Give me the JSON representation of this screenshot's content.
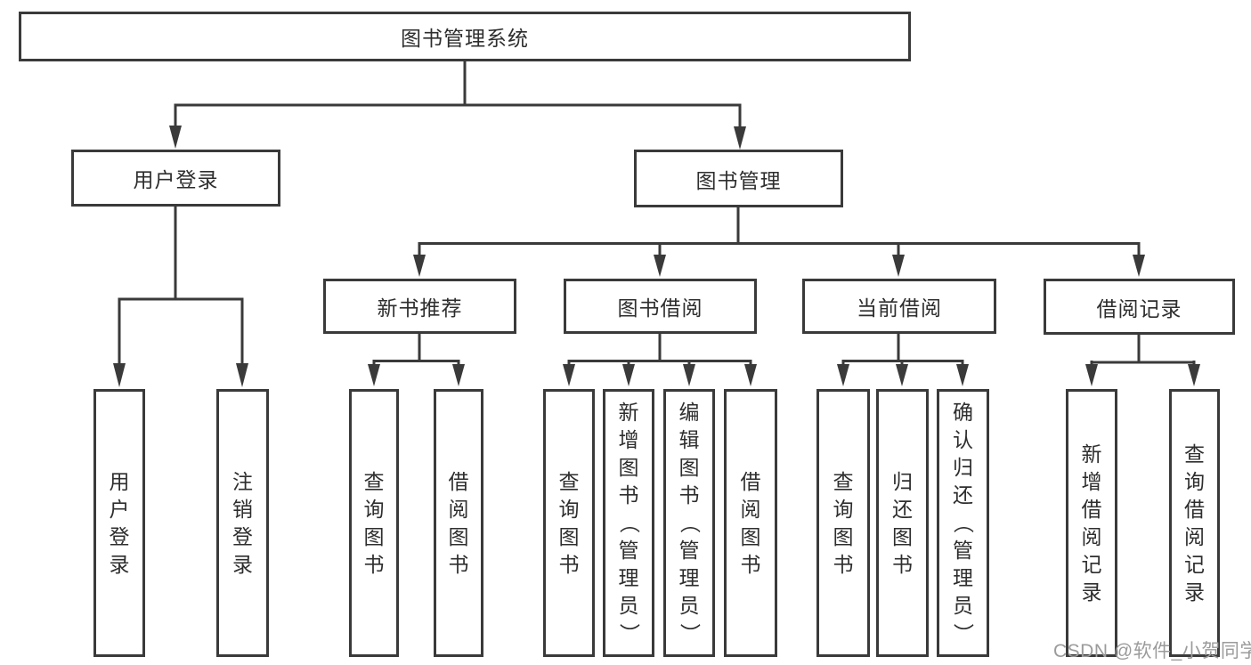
{
  "diagram_title": "图书管理系统",
  "tree": {
    "root": {
      "label": "图书管理系统",
      "children": [
        {
          "label": "用户登录",
          "children": [
            {
              "label": "用户登录"
            },
            {
              "label": "注销登录"
            }
          ]
        },
        {
          "label": "图书管理",
          "children": [
            {
              "label": "新书推荐",
              "children": [
                {
                  "label": "查询图书"
                },
                {
                  "label": "借阅图书"
                }
              ]
            },
            {
              "label": "图书借阅",
              "children": [
                {
                  "label": "查询图书"
                },
                {
                  "label": "新增图书（管理员）"
                },
                {
                  "label": "编辑图书（管理员）"
                },
                {
                  "label": "借阅图书"
                }
              ]
            },
            {
              "label": "当前借阅",
              "children": [
                {
                  "label": "查询图书"
                },
                {
                  "label": "归还图书"
                },
                {
                  "label": "确认归还（管理员）"
                }
              ]
            },
            {
              "label": "借阅记录",
              "children": [
                {
                  "label": "新增借阅记录"
                },
                {
                  "label": "查询借阅记录"
                }
              ]
            }
          ]
        }
      ]
    }
  },
  "watermark": {
    "text": "CSDN @软件_小贺同学"
  },
  "colors": {
    "line": "#3a3a3a",
    "box_border": "#3a3a3a",
    "text": "#2e2e2e",
    "background": "#ffffff",
    "watermark": "#9b9b9b"
  }
}
